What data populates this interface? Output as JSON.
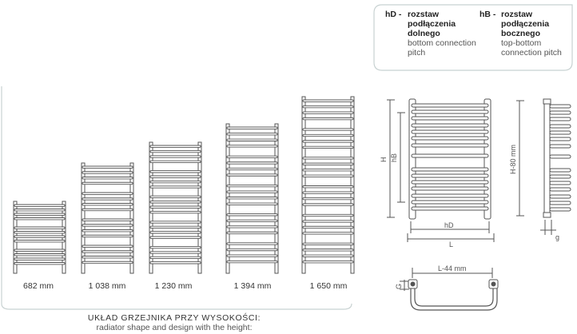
{
  "legend": {
    "hD": {
      "code": "hD -",
      "pl_lines": [
        "rozstaw",
        "podłączenia",
        "dolnego"
      ],
      "en_lines": [
        "bottom connection",
        "pitch"
      ]
    },
    "hB": {
      "code": "hB -",
      "pl_lines": [
        "rozstaw",
        "podłączenia",
        "bocznego"
      ],
      "en_lines": [
        "top-bottom",
        "connection pitch"
      ]
    }
  },
  "radiators": [
    {
      "height_label": "682 mm",
      "sections": 3
    },
    {
      "height_label": "1 038 mm",
      "sections": 4
    },
    {
      "height_label": "1 230 mm",
      "sections": 5
    },
    {
      "height_label": "1 394 mm",
      "sections": 5
    },
    {
      "height_label": "1 650 mm",
      "sections": 6
    }
  ],
  "caption": {
    "pl": "UKŁAD GRZEJNIKA PRZY WYSOKOŚCI:",
    "en": "radiator shape and design with the height:"
  },
  "dimensions": {
    "H": "H",
    "hB": "hB",
    "hD": "hD",
    "L": "L",
    "H80": "H-80 mm",
    "g": "g",
    "L44": "L-44 mm",
    "G": "G"
  },
  "colors": {
    "line": "#555555",
    "light_line": "#999999",
    "frame": "#c8d2d2"
  }
}
